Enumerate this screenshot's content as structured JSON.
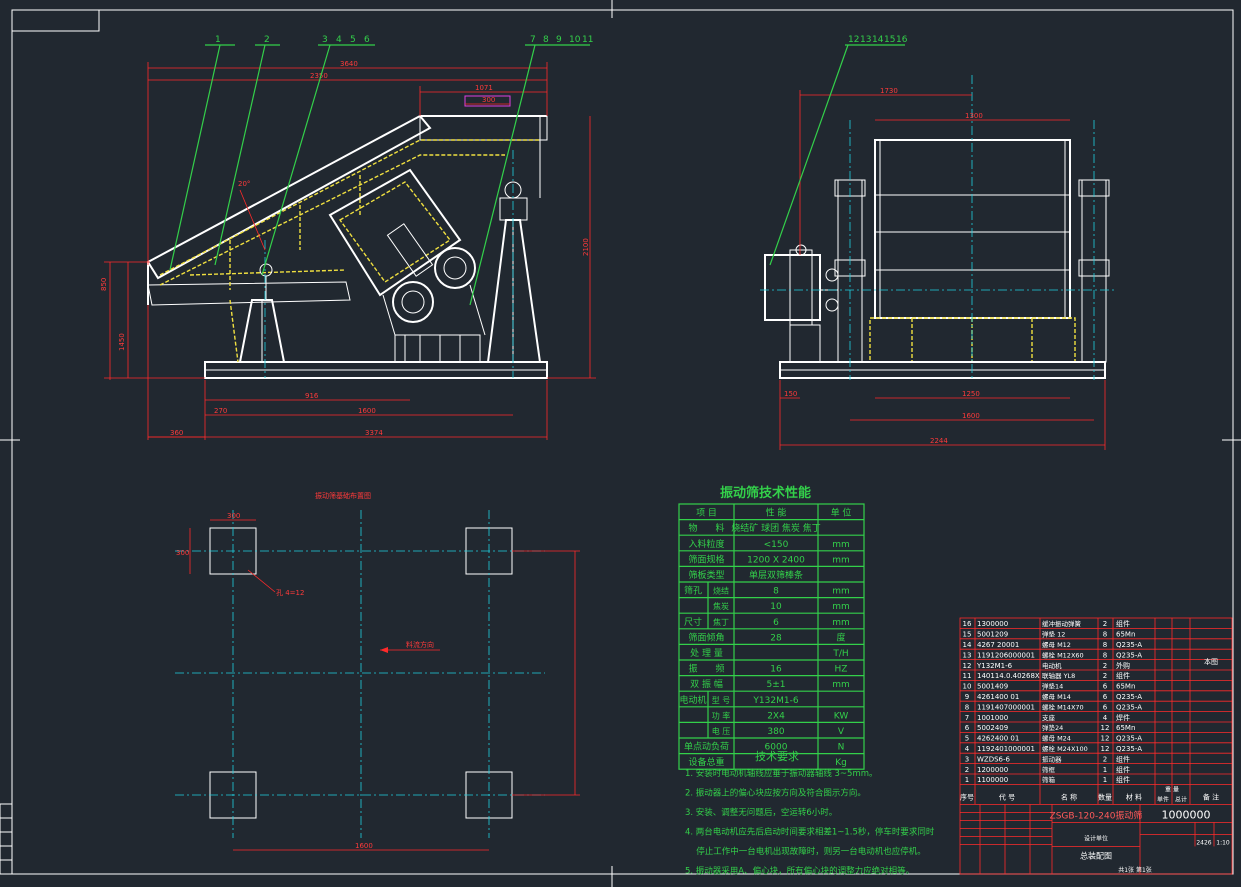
{
  "balloons_front": [
    "1",
    "2",
    "3",
    "4",
    "5",
    "6",
    "7",
    "8",
    "9",
    "10",
    "11"
  ],
  "balloons_side": [
    "12",
    "13",
    "14",
    "15",
    "16"
  ],
  "dims_front": {
    "top1": "3640",
    "top2": "2350",
    "top3": "1071",
    "top4": "300",
    "angle": "20°",
    "left1": "850",
    "left2": "1450",
    "right1": "2100",
    "bottom1": "916",
    "bottom2": "1600",
    "bottom3": "270",
    "bottom4": "3374",
    "bottom5": "360"
  },
  "dims_side": {
    "top1": "1730",
    "top2": "1300",
    "bottom1": "1250",
    "bottom2": "1600",
    "bottom3": "2244",
    "left1": "150"
  },
  "layout_title": "振动筛基础布置图",
  "layout_dims": {
    "sq_w": "300",
    "sq_h": "300",
    "hole_note": "孔 4=12",
    "bottom": "1600"
  },
  "direction_label": "料流方向",
  "tech_table": {
    "title": "振动筛技术性能",
    "headers": [
      "项 目",
      "性 能",
      "单 位"
    ],
    "rows": [
      {
        "label": "物　　料",
        "value": "烧结矿 球团 焦炭 焦丁",
        "unit": ""
      },
      {
        "label": "入料粒度",
        "value": "<150",
        "unit": "mm"
      },
      {
        "label": "筛面规格",
        "value": "1200 X 2400",
        "unit": "mm"
      },
      {
        "label": "筛板类型",
        "value": "单层双筛棒条",
        "unit": ""
      },
      {
        "label": "筛孔",
        "sub": "烧结",
        "value": "8",
        "unit": "mm"
      },
      {
        "label": "",
        "sub": "焦炭",
        "value": "10",
        "unit": "mm"
      },
      {
        "label": "尺寸",
        "sub": "焦丁",
        "value": "6",
        "unit": "mm"
      },
      {
        "label": "筛面倾角",
        "value": "28",
        "unit": "度"
      },
      {
        "label": "处 理 量",
        "value": "",
        "unit": "T/H"
      },
      {
        "label": "振　　频",
        "value": "16",
        "unit": "HZ"
      },
      {
        "label": "双 振 幅",
        "value": "5±1",
        "unit": "mm"
      },
      {
        "label": "电动机",
        "sub": "型 号",
        "value": "Y132M1-6",
        "unit": ""
      },
      {
        "label": "",
        "sub": "功 率",
        "value": "2X4",
        "unit": "KW"
      },
      {
        "label": "",
        "sub": "电 压",
        "value": "380",
        "unit": "V"
      },
      {
        "label": "单点动负荷",
        "value": "6000",
        "unit": "N"
      },
      {
        "label": "设备总重",
        "value": "",
        "unit": "Kg"
      }
    ]
  },
  "tech_req": {
    "title": "技术要求",
    "items": [
      "1. 安装时电动机轴线应垂于振动器轴线 3~5mm。",
      "2. 振动器上的偏心块应按方向及符合图示方向。",
      "3. 安装、调整无问题后，空运转6小时。",
      "4. 两台电动机应先后启动时间要求相差1~1.5秒，停车时要求同时",
      "　 停止工作中一台电机出现故障时，则另一台电动机也应停机。",
      "5. 振动器采用A、偏心块，所有偏心块的调整力应绝对相等。"
    ]
  },
  "bom": {
    "rows": [
      {
        "no": "16",
        "code": "1300000",
        "name": "缓冲振动弹簧",
        "qty": "2",
        "mat": "组件"
      },
      {
        "no": "15",
        "code": "5001209",
        "name": "弹垫 12",
        "qty": "8",
        "mat": "65Mn"
      },
      {
        "no": "14",
        "code": "4267 20001",
        "name": "螺母 M12",
        "qty": "8",
        "mat": "Q235-A"
      },
      {
        "no": "13",
        "code": "1191206000001",
        "name": "螺栓 M12X60",
        "qty": "8",
        "mat": "Q235-A"
      },
      {
        "no": "12",
        "code": "Y132M1-6",
        "name": "电动机",
        "qty": "2",
        "mat": "外购"
      },
      {
        "no": "11",
        "code": "140114.0.40268X",
        "name": "联轴器 YL8",
        "qty": "2",
        "mat": "组件"
      },
      {
        "no": "10",
        "code": "5001409",
        "name": "弹垫14",
        "qty": "6",
        "mat": "65Mn"
      },
      {
        "no": "9",
        "code": "4261400 01",
        "name": "螺母 M14",
        "qty": "6",
        "mat": "Q235-A"
      },
      {
        "no": "8",
        "code": "1191407000001",
        "name": "螺栓 M14X70",
        "qty": "6",
        "mat": "Q235-A"
      },
      {
        "no": "7",
        "code": "1001000",
        "name": "支座",
        "qty": "4",
        "mat": "焊件"
      },
      {
        "no": "6",
        "code": "5002409",
        "name": "弹垫24",
        "qty": "12",
        "mat": "65Mn"
      },
      {
        "no": "5",
        "code": "4262400 01",
        "name": "螺母 M24",
        "qty": "12",
        "mat": "Q235-A"
      },
      {
        "no": "4",
        "code": "1192401000001",
        "name": "螺栓 M24X100",
        "qty": "12",
        "mat": "Q235-A"
      },
      {
        "no": "3",
        "code": "WZDS6-6",
        "name": "振动器",
        "qty": "2",
        "mat": "组件"
      },
      {
        "no": "2",
        "code": "1200000",
        "name": "筛框",
        "qty": "1",
        "mat": "组件"
      },
      {
        "no": "1",
        "code": "1100000",
        "name": "筛箱",
        "qty": "1",
        "mat": "组件"
      }
    ],
    "header": [
      "序号",
      "代  号",
      "名  称",
      "数量",
      "材  料"
    ],
    "header_right": [
      "单件",
      "总计",
      "备 注"
    ],
    "header_right2": "重 量",
    "note_side": "本图",
    "title_code": "1000000",
    "title_name": "ZSGB-120-240振动筛",
    "title_sub": "总装配图",
    "scale_val": "1:10",
    "weight_val": "2426",
    "sheet": "共1张 第1张",
    "company": "设计单位"
  }
}
